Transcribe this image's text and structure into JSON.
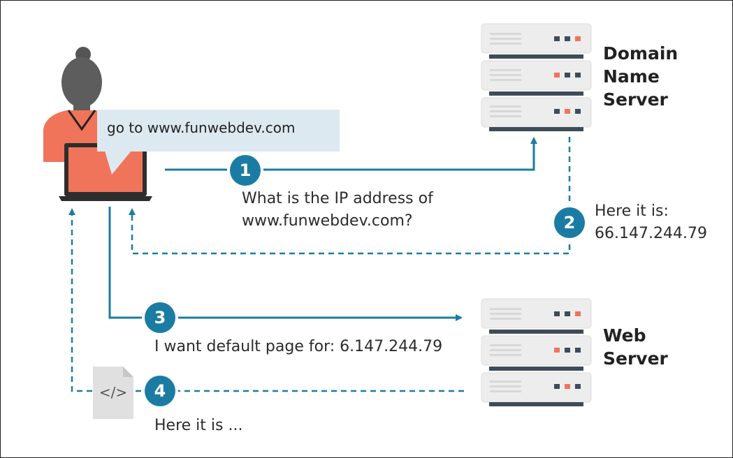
{
  "user": {
    "speech": "go to www.funwebdev.com"
  },
  "dns_server": {
    "name_lines": [
      "Domain",
      "Name",
      "Server"
    ]
  },
  "web_server": {
    "name_lines": [
      "Web",
      "Server"
    ]
  },
  "steps": [
    {
      "number": "1",
      "text_lines": [
        "What is the IP address of",
        "www.funwebdev.com?"
      ]
    },
    {
      "number": "2",
      "text_lines": [
        "Here it is:",
        "66.147.244.79"
      ]
    },
    {
      "number": "3",
      "text_lines": [
        "I want default page for: 6.147.244.79"
      ]
    },
    {
      "number": "4",
      "text_lines": [
        "Here it is ..."
      ]
    }
  ],
  "icons": {
    "document": "code-document-icon",
    "person": "person-icon",
    "laptop": "laptop-icon",
    "server": "server-rack-icon"
  },
  "colors": {
    "arrow": "#1b7ca3",
    "step_circle": "#1b7ca3",
    "accent_orange": "#f0745a",
    "bubble": "#dde9f0",
    "server_body": "#eeeeee",
    "server_base": "#3f4b58"
  }
}
